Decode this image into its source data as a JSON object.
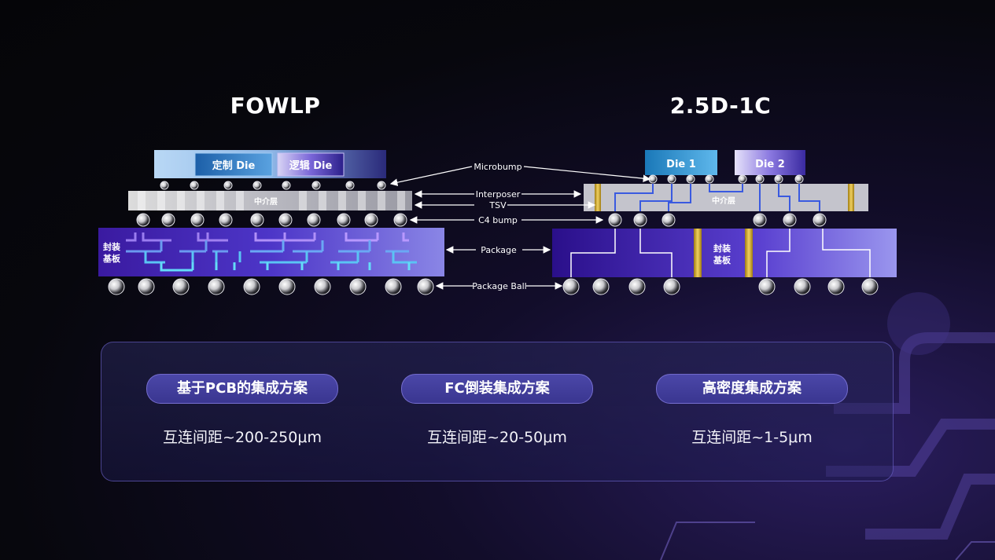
{
  "titles": {
    "left": "FOWLP",
    "right": "2.5D-1C"
  },
  "diagram": {
    "left_labels": {
      "custom_die": "定制 Die",
      "logic_die": "逻辑 Die",
      "interposer": "中介层",
      "substrate_line1": "封装",
      "substrate_line2": "基板"
    },
    "right_labels": {
      "die1": "Die 1",
      "die2": "Die 2",
      "interposer": "中介层",
      "substrate_line1": "封装",
      "substrate_line2": "基板"
    },
    "callouts": {
      "microbump": "Microbump",
      "interposer": "Interposer",
      "tsv": "TSV",
      "c4_bump": "C4 bump",
      "package": "Package",
      "package_ball": "Package Ball"
    }
  },
  "info": [
    {
      "label": "基于PCB的集成方案",
      "spacing": "互连间距~200-250μm"
    },
    {
      "label": "FC倒装集成方案",
      "spacing": "互连间距~20-50μm"
    },
    {
      "label": "高密度集成方案",
      "spacing": "互连间距~1-5μm"
    }
  ]
}
